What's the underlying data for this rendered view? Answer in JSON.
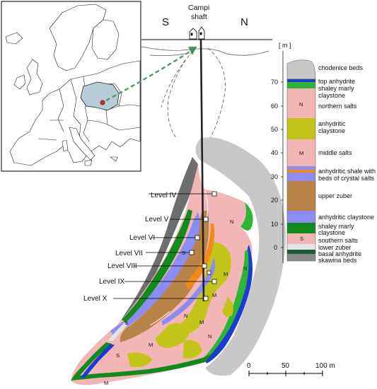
{
  "header": {
    "shaft_name_line1": "Campi",
    "shaft_name_line2": "shaft",
    "south": "S",
    "north": "N"
  },
  "levels": [
    "Level IV",
    "Level V",
    "Level VI",
    "Level VII",
    "Level VIII",
    "Level IX",
    "Level X"
  ],
  "column": {
    "unit": "[ m ]",
    "ticks": [
      "70",
      "60",
      "50",
      "40",
      "30",
      "20",
      "10",
      "0"
    ],
    "layers": [
      {
        "code": "",
        "name_lines": [
          "chodenice beds"
        ],
        "color": "#c8c8c8"
      },
      {
        "code": "",
        "name_lines": [
          "top anhydrite"
        ],
        "color": "#1a3bd6"
      },
      {
        "code": "",
        "name_lines": [
          "shaley marly",
          "claystone"
        ],
        "color": "#2fb536"
      },
      {
        "code": "N",
        "name_lines": [
          "northern salts"
        ],
        "color": "#f2b6b6"
      },
      {
        "code": "",
        "name_lines": [
          "anhydritic",
          "claystone"
        ],
        "color": "#c3c41a"
      },
      {
        "code": "M",
        "name_lines": [
          "middle salts"
        ],
        "color": "#f2b6b6"
      },
      {
        "code": "",
        "name_lines": [
          "anhydritic shale with",
          "beds of crystal salts"
        ],
        "color": "#f08a1a"
      },
      {
        "code": "",
        "name_lines": [
          "upper zuber"
        ],
        "color": "#b98246"
      },
      {
        "code": "",
        "name_lines": [
          "anhydritic claystone"
        ],
        "color": "#8c8cf2"
      },
      {
        "code": "",
        "name_lines": [
          "shaley marly",
          "claystone"
        ],
        "color": "#138a1d"
      },
      {
        "code": "S",
        "name_lines": [
          "southern salts"
        ],
        "color": "#f2b6b6"
      },
      {
        "code": "",
        "name_lines": [
          "lower zuber"
        ],
        "color": "#e3e3e3"
      },
      {
        "code": "",
        "name_lines": [
          "basal anhydrite"
        ],
        "color": "#1f5a3a"
      },
      {
        "code": "",
        "name_lines": [
          "skawina beds"
        ],
        "color": "#8a8a8a"
      }
    ]
  },
  "section_tags": {
    "N": "N",
    "M": "M",
    "S": "S"
  },
  "scale_bar": {
    "labels": [
      "0",
      "50",
      "100 m"
    ]
  }
}
